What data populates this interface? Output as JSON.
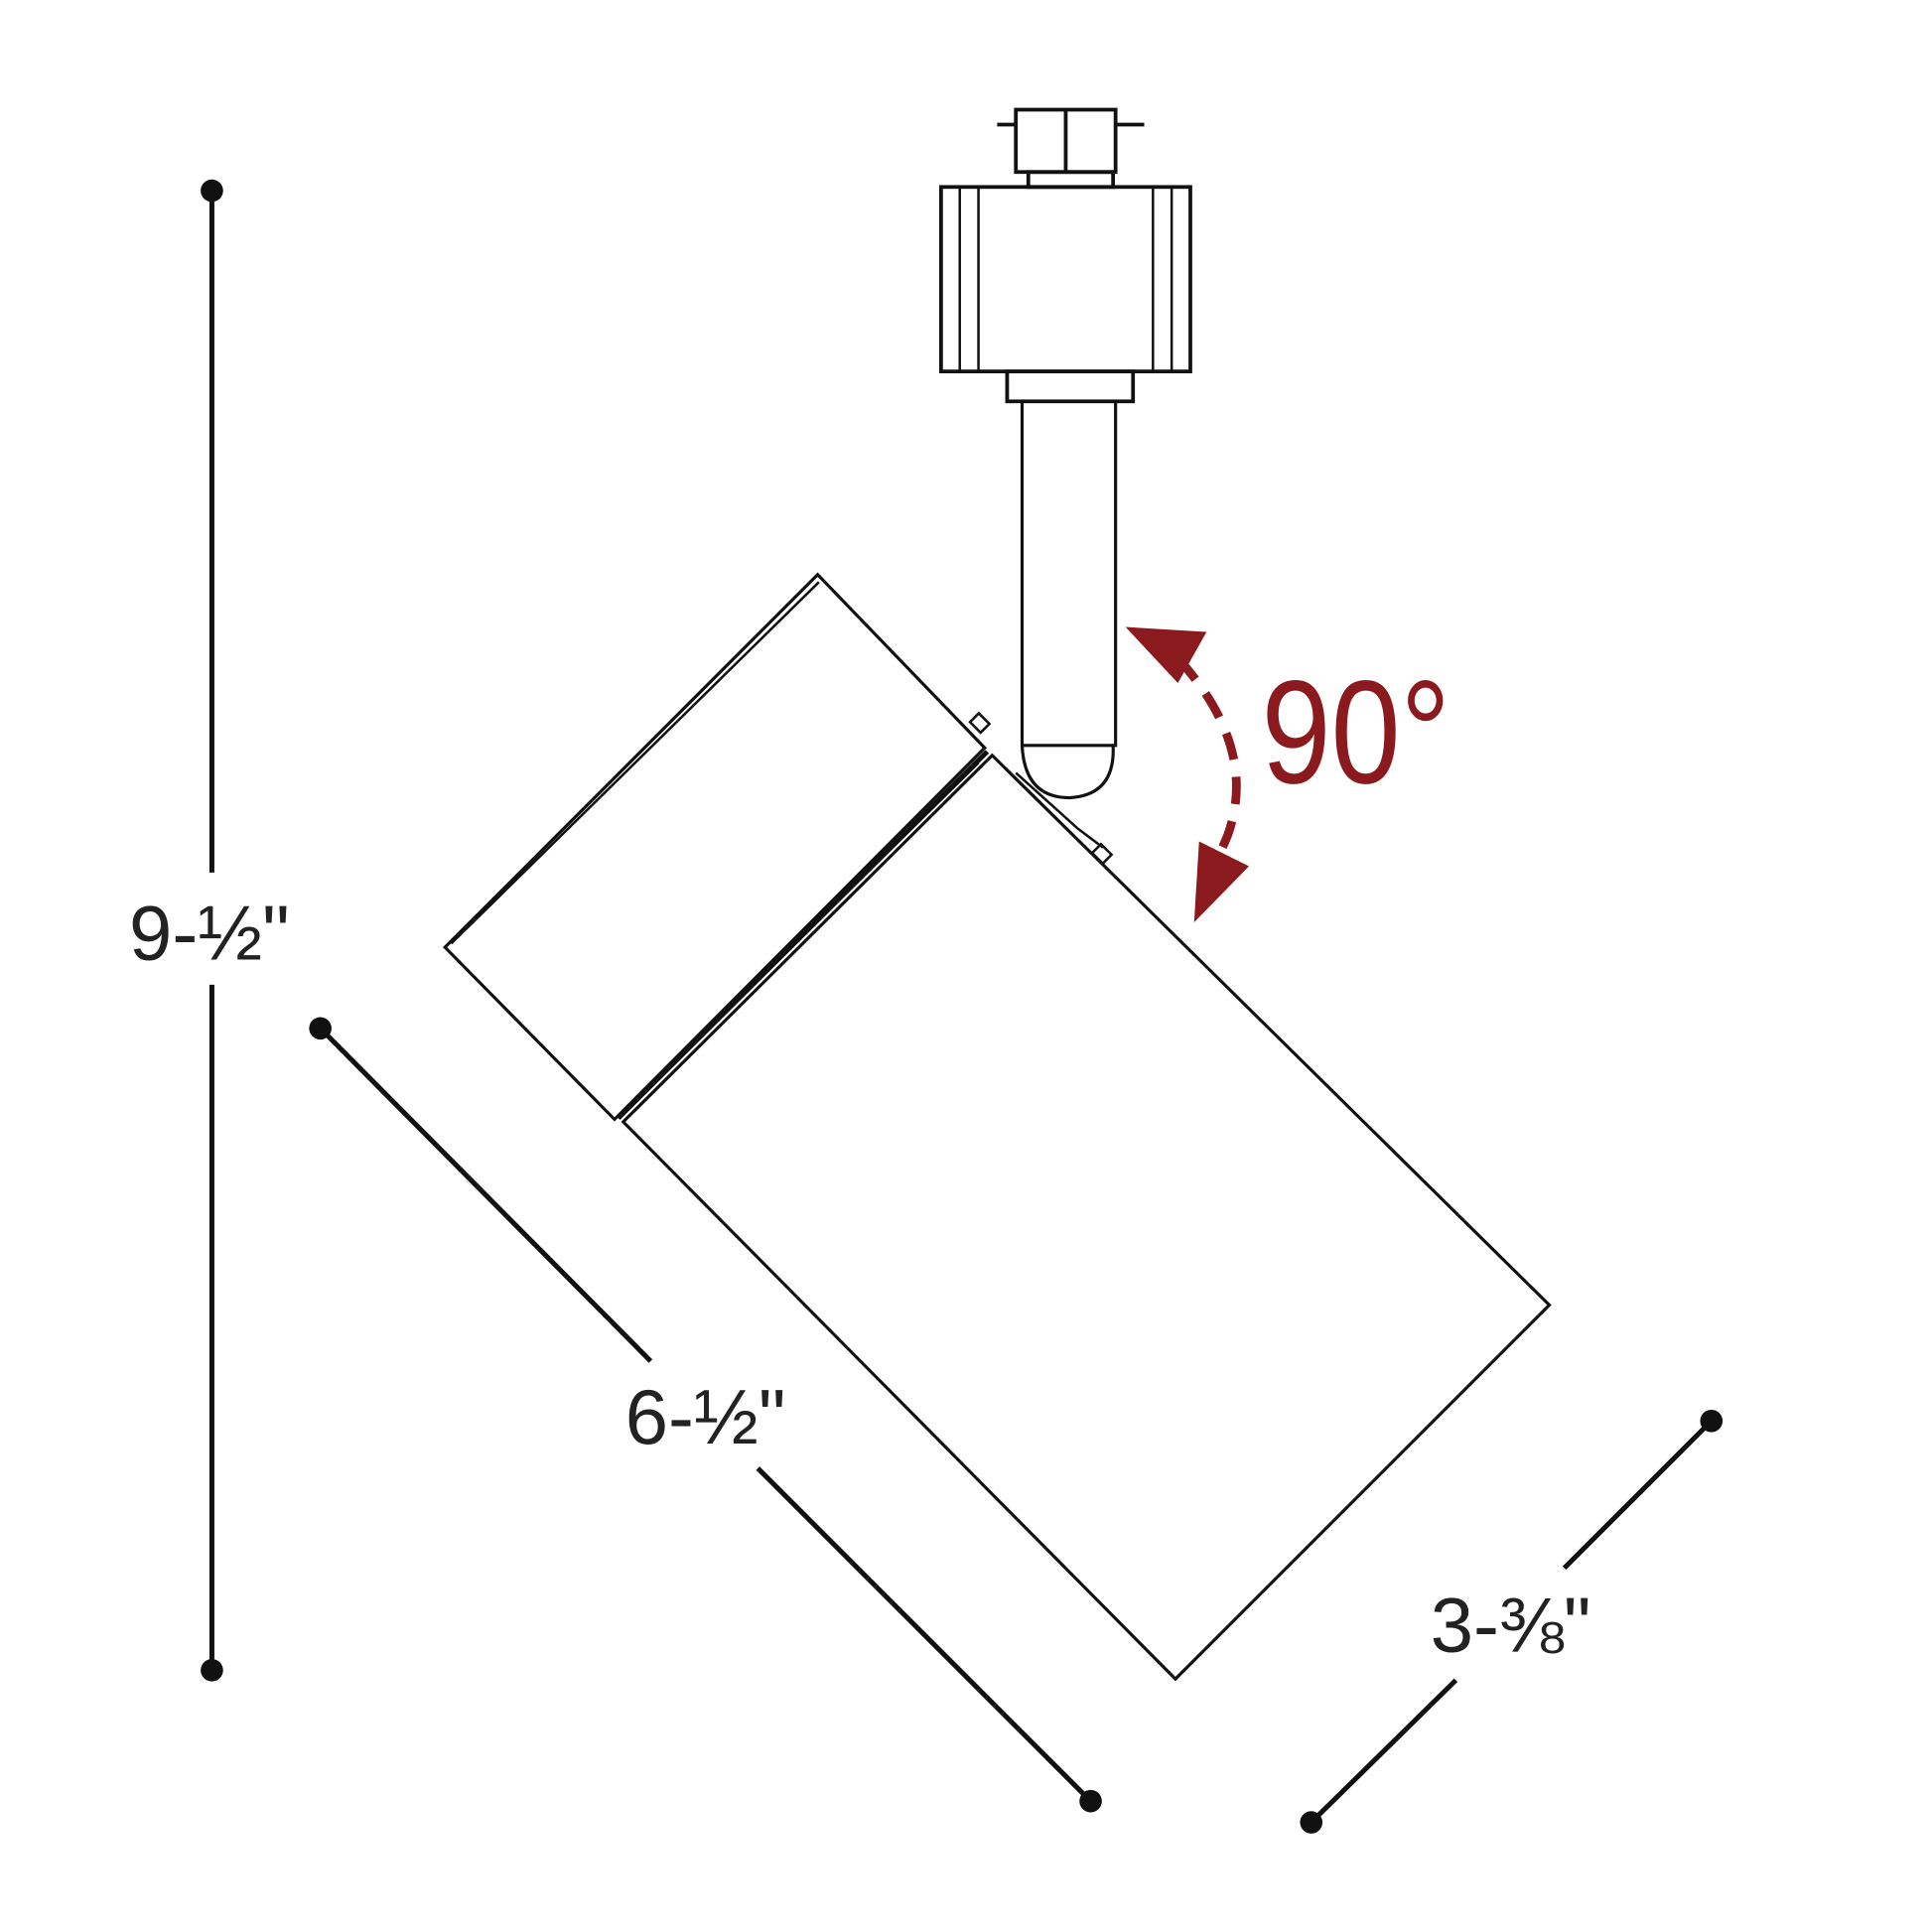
{
  "dimensions": {
    "height": "9-½\"",
    "length": "6-½\"",
    "diameter": "3-⅜\""
  },
  "rotation": {
    "label": "90°",
    "color": "#8b1a1f"
  }
}
